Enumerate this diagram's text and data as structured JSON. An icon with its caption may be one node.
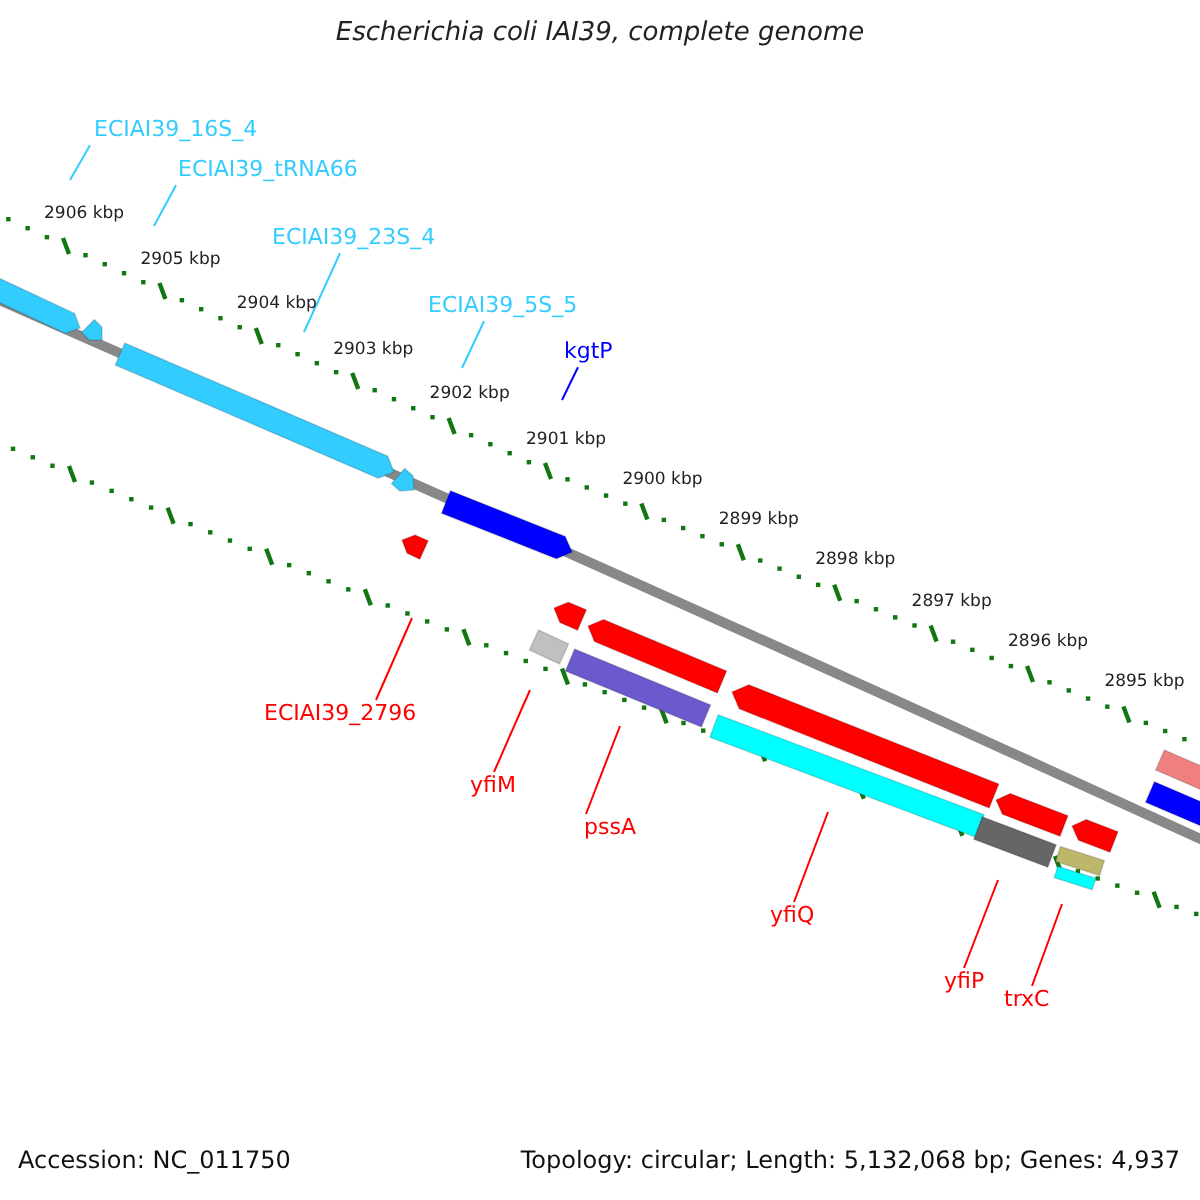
{
  "diagram": {
    "title": "Escherichia coli IAI39, complete genome",
    "nodes": [
      {
        "text": [
          "ECIAI39_16S_4"
        ]
      },
      {
        "text": [
          "ECIAI39_tRNA66"
        ]
      },
      {
        "text": [
          "ECIAI39_23S_4"
        ]
      },
      {
        "text": [
          "ECIAI39_5S_5"
        ]
      },
      {
        "text": [
          "kgtP"
        ]
      },
      {
        "text": [
          "ECIAI39_2796"
        ]
      },
      {
        "text": [
          "yfiM"
        ]
      },
      {
        "text": [
          "pssA"
        ]
      },
      {
        "text": [
          "yfiQ"
        ]
      },
      {
        "text": [
          "yfiP"
        ]
      },
      {
        "text": [
          "trxC"
        ]
      }
    ],
    "edges": [
      {
        "from": 0,
        "to": null,
        "arrow": "none",
        "color": "#33ccff"
      },
      {
        "from": 1,
        "to": null,
        "arrow": "none",
        "color": "#33ccff"
      },
      {
        "from": 2,
        "to": null,
        "arrow": "none",
        "color": "#33ccff"
      },
      {
        "from": 3,
        "to": null,
        "arrow": "none",
        "color": "#33ccff"
      },
      {
        "from": 4,
        "to": null,
        "arrow": "none",
        "color": "#0000ff"
      },
      {
        "from": 5,
        "to": null,
        "arrow": "none"
      },
      {
        "from": 6,
        "to": null,
        "arrow": "none"
      },
      {
        "from": 7,
        "to": null,
        "arrow": "none"
      },
      {
        "from": 8,
        "to": null,
        "arrow": "none"
      },
      {
        "from": 9,
        "to": null,
        "arrow": "none"
      },
      {
        "from": 10,
        "to": null,
        "arrow": "none"
      }
    ],
    "labels": [
      "2906 kbp",
      "2905 kbp",
      "2904 kbp",
      "2903 kbp",
      "2902 kbp",
      "2901 kbp",
      "2900 kbp",
      "2899 kbp",
      "2898 kbp",
      "2897 kbp",
      "2896 kbp",
      "2895 kbp",
      "Accession: NC_011750",
      "Topology: circular; Length: 5,132,068 bp; Genes: 4,937"
    ]
  }
}
